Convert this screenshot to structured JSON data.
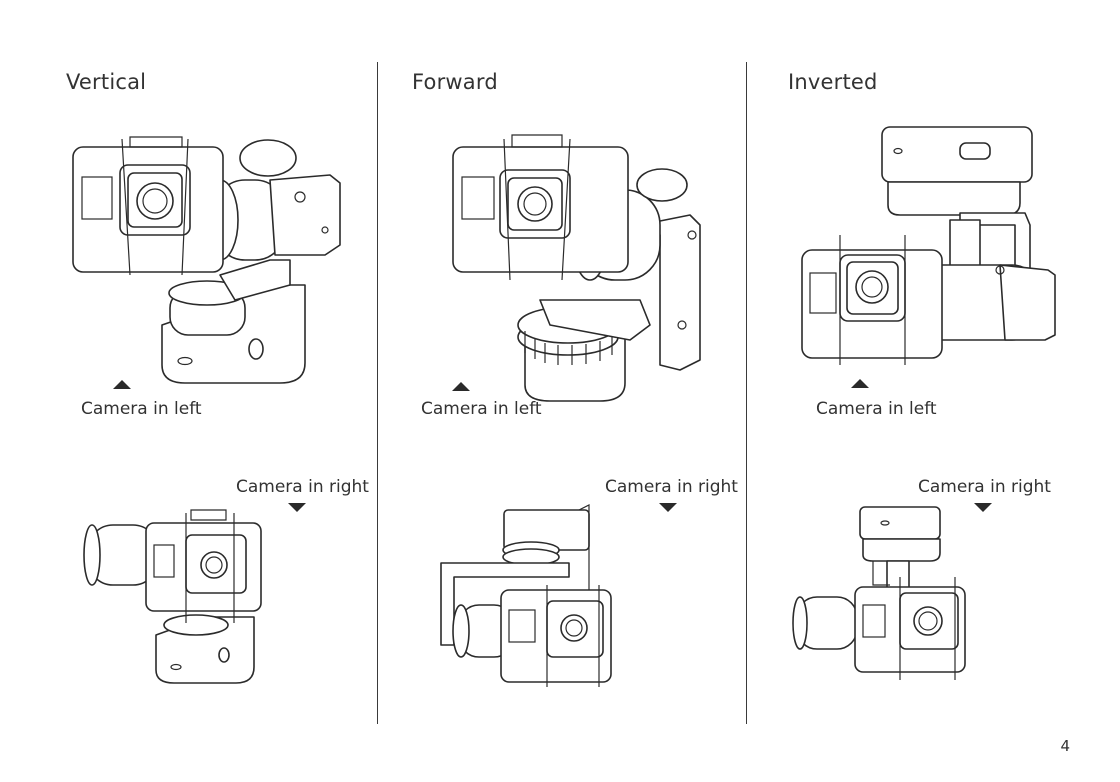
{
  "sections": [
    {
      "title": "Vertical",
      "caption_left": "Camera in left",
      "caption_right": "Camera in right"
    },
    {
      "title": "Forward",
      "caption_left": "Camera in left",
      "caption_right": "Camera in right"
    },
    {
      "title": "Inverted",
      "caption_left": "Camera in left",
      "caption_right": "Camera in right"
    }
  ],
  "page_number": "4",
  "icons": {
    "left_marker": "triangle-up-icon",
    "right_marker": "triangle-down-icon"
  },
  "colors": {
    "text": "#333333",
    "line": "#2b2b2b",
    "background": "#ffffff"
  }
}
